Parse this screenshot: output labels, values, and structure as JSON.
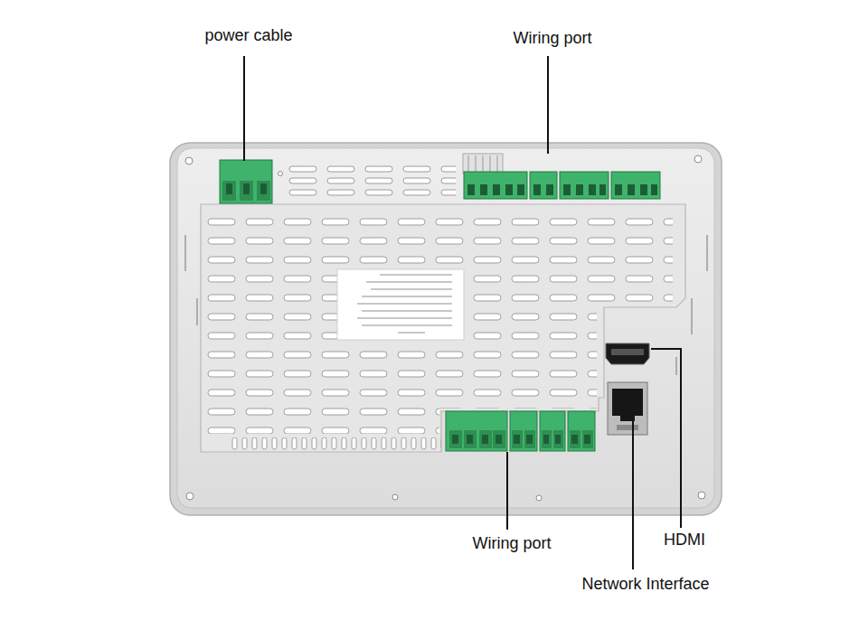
{
  "diagram": {
    "labels": [
      "power cable",
      "Wiring port",
      "Wiring port",
      "HDMI",
      "Network Interface"
    ]
  }
}
